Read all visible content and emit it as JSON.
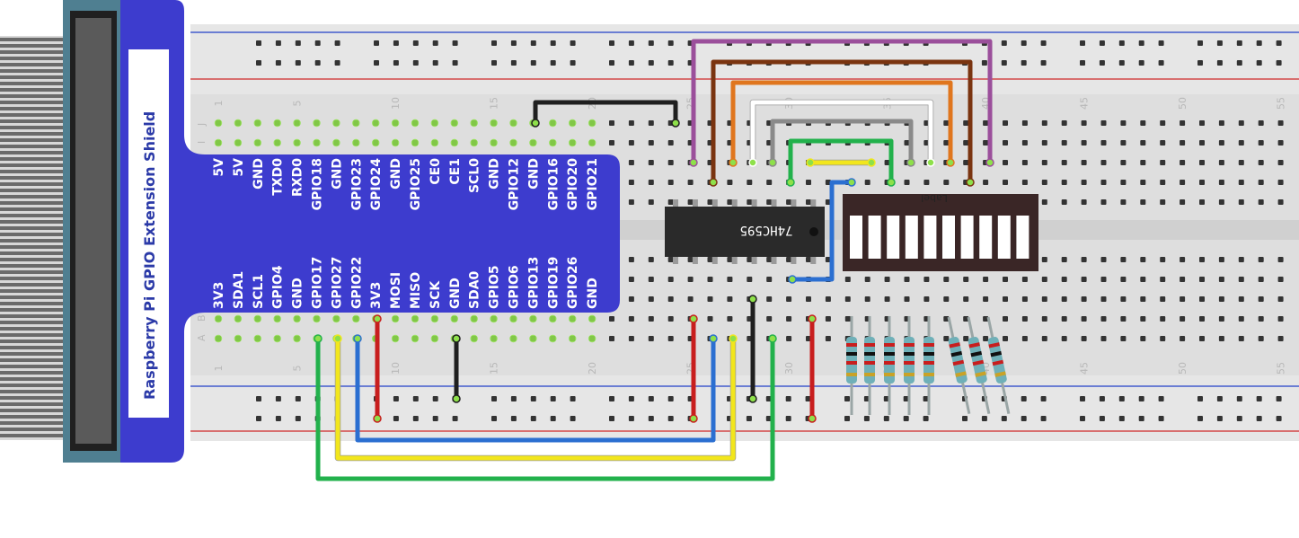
{
  "shield": {
    "title": "Raspberry Pi GPIO Extension Shield",
    "top_row_labels": [
      "5V",
      "5V",
      "GND",
      "TXD0",
      "RXD0",
      "GPIO18",
      "GND",
      "GPIO23",
      "GPIO24",
      "GND",
      "GPIO25",
      "CE0",
      "CE1",
      "SCL0",
      "GND",
      "GPIO12",
      "GND",
      "GPIO16",
      "GPIO20",
      "GPIO21"
    ],
    "bottom_row_labels": [
      "3V3",
      "SDA1",
      "SCL1",
      "GPIO4",
      "GND",
      "GPIO17",
      "GPIO27",
      "GPIO22",
      "3V3",
      "MOSI",
      "MISO",
      "SCK",
      "GND",
      "SDA0",
      "GPIO5",
      "GPIO6",
      "GPIO13",
      "GPIO19",
      "GPIO26",
      "GND"
    ]
  },
  "breadboard": {
    "column_numbers": [
      "1",
      "5",
      "10",
      "15",
      "20",
      "25",
      "30",
      "35",
      "40",
      "45",
      "50",
      "55"
    ],
    "row_letters_top": [
      "J",
      "I"
    ],
    "row_letters_bottom": [
      "B",
      "A"
    ]
  },
  "chip": {
    "label": "74HC595"
  },
  "bargraph": {
    "label": "Label"
  },
  "wire_colors": {
    "black": "#1f1f1f",
    "purple": "#9b4f9b",
    "brown": "#7a3410",
    "orange": "#e0761e",
    "white": "#ffffff",
    "gray": "#8a8a8a",
    "green": "#22b14c",
    "yellow": "#f2e61c",
    "blue": "#2b6fd1",
    "red": "#c81e1e"
  }
}
